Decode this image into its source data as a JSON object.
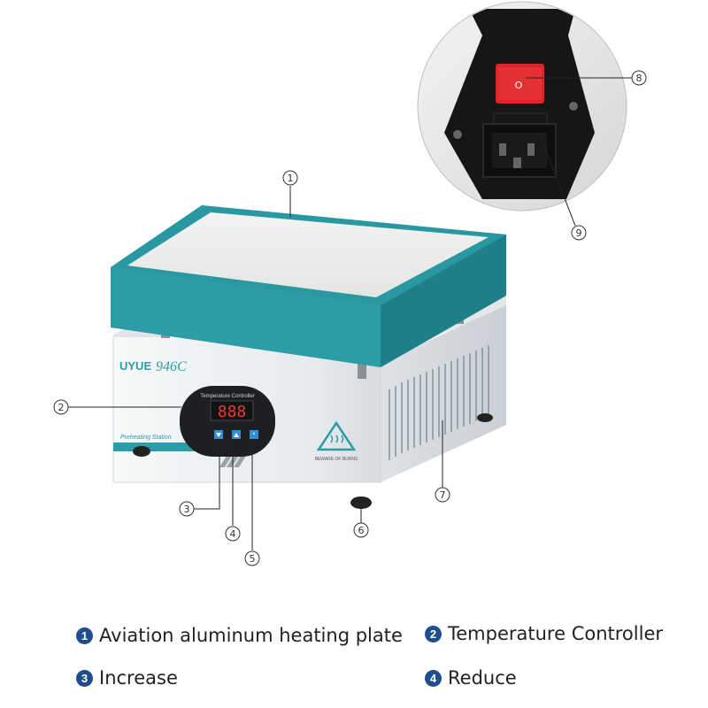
{
  "product": {
    "brand": "UYUE",
    "model": "946C",
    "controller_title": "Temperature Controller",
    "display_value": "888",
    "station_label": "Preheating Station",
    "warning_label": "BEWARE OF BURNS",
    "switch_label": "O"
  },
  "callouts": [
    "1",
    "2",
    "3",
    "4",
    "5",
    "6",
    "7",
    "8",
    "9"
  ],
  "legend": [
    {
      "num": "1",
      "text": "Aviation aluminum heating plate"
    },
    {
      "num": "2",
      "text": "Temperature Controller"
    },
    {
      "num": "3",
      "text": "Increase"
    },
    {
      "num": "4",
      "text": "Reduce"
    }
  ],
  "colors": {
    "teal": "#2c9ca6",
    "teal_dark": "#1f7f88",
    "plate": "#f1f2f0",
    "body": "#eceff1",
    "switch_red": "#d8262a",
    "badge": "#1f4e8c"
  }
}
